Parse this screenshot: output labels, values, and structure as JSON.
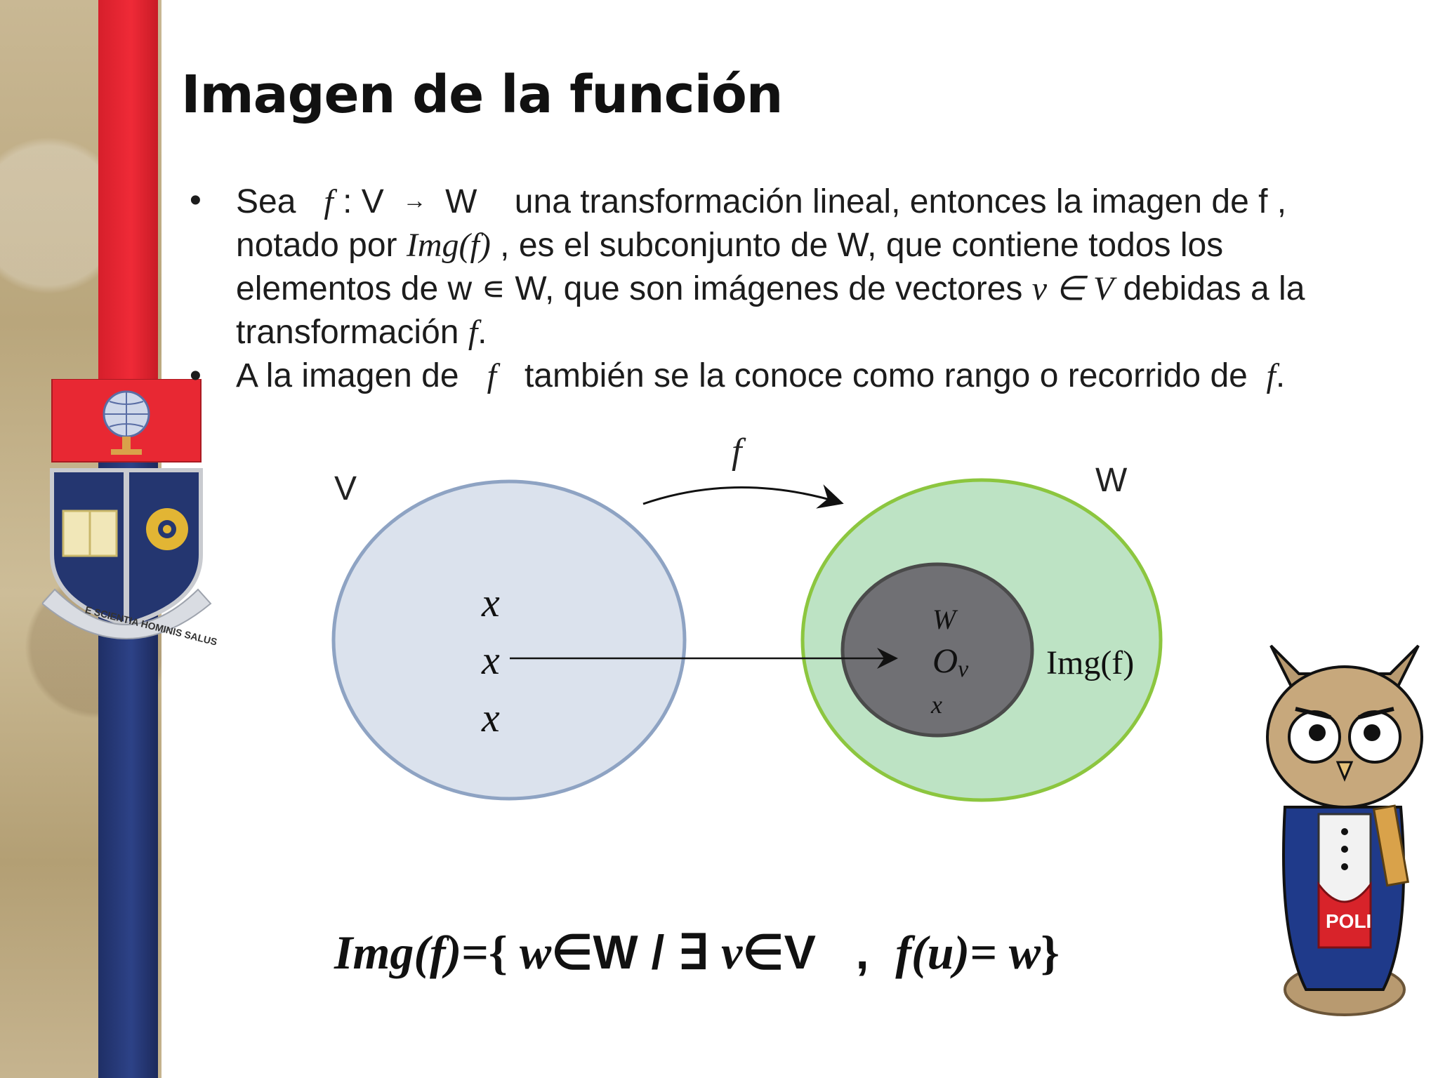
{
  "title": "Imagen de la función",
  "bullets": {
    "b1": {
      "t1": "Sea",
      "f": "f",
      "t2": ": V",
      "arrow": "→",
      "t3": "W",
      "t4": "una transformación lineal, entonces la imagen de f ,",
      "t5": "notado por",
      "imgf": "Img(f)",
      "t6": ", es el subconjunto de W, que contiene todos los",
      "t7": "elementos de w ∊ W, que son imágenes de vectores",
      "vinV": "v ∈ V",
      "t8": "debidas a la",
      "t9": "transformación",
      "f2": "f",
      "t10": "."
    },
    "b2": {
      "t1": "A la imagen de",
      "f": "f",
      "t2": "también se la conoce como rango o recorrido de",
      "f2": "f",
      "t3": "."
    }
  },
  "diagram": {
    "label_v": "V",
    "label_w": "W",
    "label_f": "f",
    "x_marks": [
      "x",
      "x",
      "x"
    ],
    "inner_w": "W",
    "inner_o": "O",
    "inner_o_sub": "v",
    "inner_x": "x",
    "img_label": "Img(f)",
    "colors": {
      "v_fill": "#dbe2ed",
      "v_stroke": "#8ea3c3",
      "w_fill": "#bde3c4",
      "w_stroke": "#8cc63f",
      "img_fill": "#707074",
      "img_stroke": "#4a4a4a"
    }
  },
  "formula": {
    "p1": "Img(f)",
    "p2": "={ ",
    "p3": "w",
    "p4": "∈W / ∃ ",
    "p5": "v",
    "p6": "∈V   ,  ",
    "p7": "f(u)= w",
    "p8": "}"
  }
}
